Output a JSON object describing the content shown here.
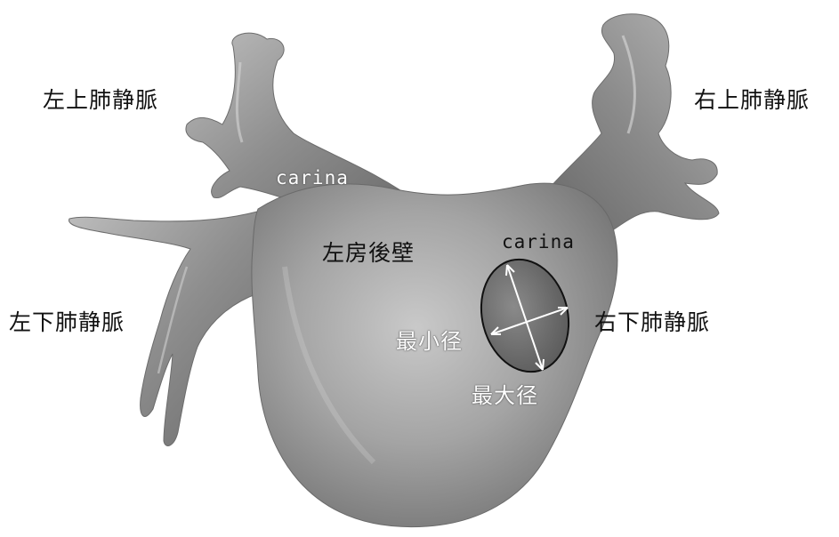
{
  "labels": {
    "left_superior_pv": "左上肺静脈",
    "right_superior_pv": "右上肺静脈",
    "left_inferior_pv": "左下肺静脈",
    "right_inferior_pv": "右下肺静脈",
    "carina_left": "carina",
    "carina_right": "carina",
    "posterior_wall": "左房後壁",
    "min_diameter": "最小径",
    "max_diameter": "最大径"
  },
  "colors": {
    "background": "#ffffff",
    "atrium_surface": "#9a9a9a",
    "ostium_fill": "#6e6e6e",
    "ostium_outline": "#111111",
    "arrow": "#ffffff"
  }
}
